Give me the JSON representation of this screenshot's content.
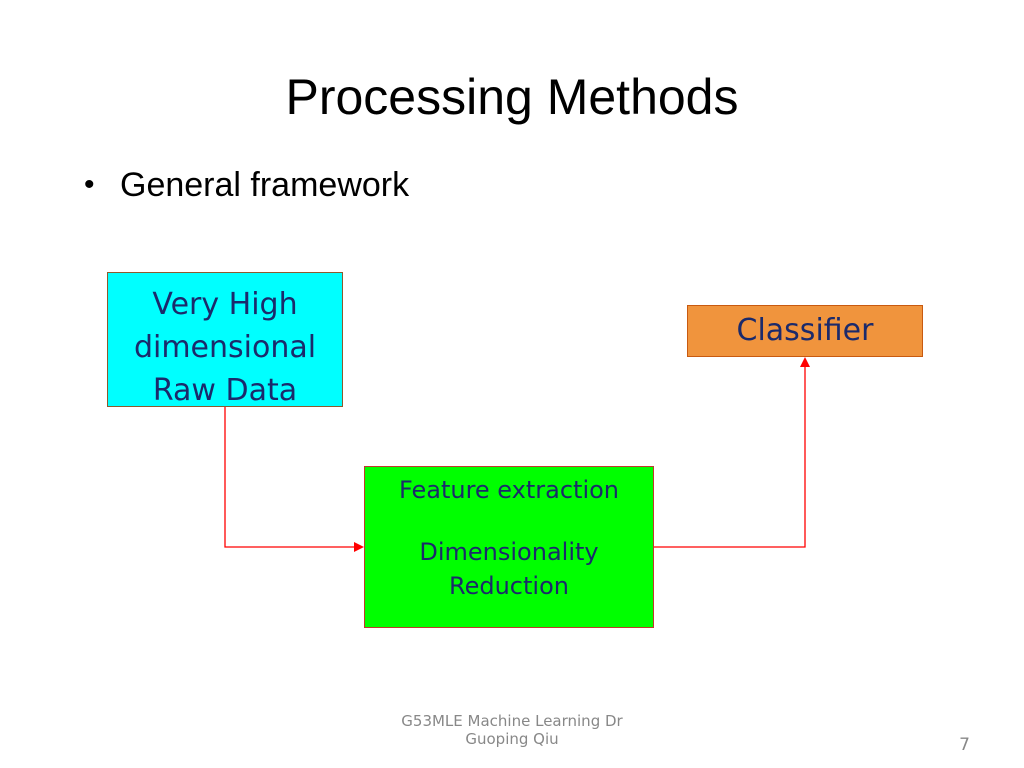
{
  "slide": {
    "title": "Processing Methods",
    "bullet": "General framework",
    "footer_line1": "G53MLE Machine Learning Dr",
    "footer_line2": "Guoping Qiu",
    "page_number": "7"
  },
  "diagram": {
    "raw_data_box": {
      "line1": "Very High",
      "line2": "dimensional",
      "line3": "Raw Data",
      "color": "#00ffff"
    },
    "feature_box": {
      "line1": "Feature extraction",
      "line2": "Dimensionality",
      "line3": "Reduction",
      "color": "#00ff00"
    },
    "classifier_box": {
      "label": "Classifier",
      "color": "#f0943d"
    },
    "connector_color": "#ff0000"
  }
}
